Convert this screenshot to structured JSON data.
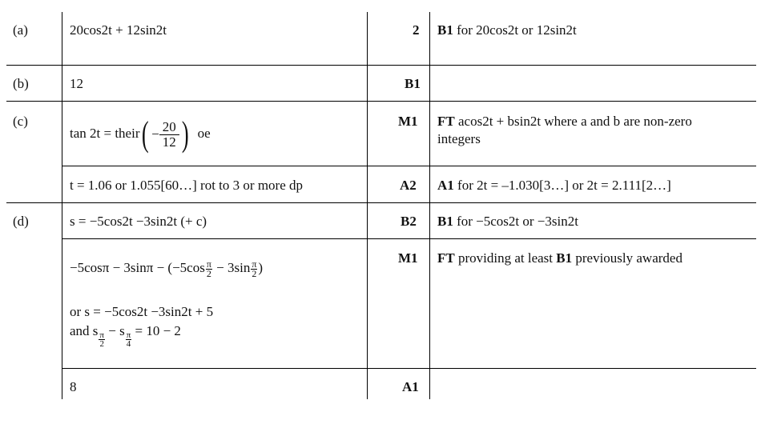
{
  "rows": {
    "a": {
      "label": "(a)",
      "answer": "20cos2t + 12sin2t",
      "mark": "2",
      "guidance_b": "B1",
      "guidance_text": " for 20cos2t or 12sin2t"
    },
    "b": {
      "label": "(b)",
      "answer": "12",
      "mark": "B1"
    },
    "c1": {
      "label": "(c)",
      "answer_pre": "tan 2t = their",
      "neg": "−",
      "frac_num": "20",
      "frac_den": "12",
      "answer_post": "oe",
      "mark": "M1",
      "guidance_b": "FT",
      "guidance_text": " acos2t + bsin2t  where a and b are non-zero",
      "guidance_text2": "integers"
    },
    "c2": {
      "answer": "t = 1.06 or 1.055[60…] rot to 3 or more dp",
      "mark": "A2",
      "guidance_b": "A1",
      "guidance_text": " for 2t = –1.030[3…] or 2t = 2.111[2…]"
    },
    "d1": {
      "label": "(d)",
      "answer": "s = −5cos2t −3sin2t (+ c)",
      "mark": "B2",
      "guidance_b": "B1",
      "guidance_text": " for  −5cos2t  or −3sin2t"
    },
    "d2": {
      "line1_a": "−5cosπ − 3sinπ − (−5cos",
      "line1_b": "− 3sin",
      "line1_c": ")",
      "pi": "π",
      "two": "2",
      "four": "4",
      "line2": "or s = −5cos2t −3sin2t + 5",
      "line3_a": "and  s",
      "line3_b": " − s",
      "line3_c": " = 10 − 2",
      "mark": "M1",
      "guidance_b": "FT",
      "guidance_text": " providing at least ",
      "guidance_b2": "B1",
      "guidance_text2": " previously awarded"
    },
    "d3": {
      "answer": "8",
      "mark": "A1"
    }
  }
}
